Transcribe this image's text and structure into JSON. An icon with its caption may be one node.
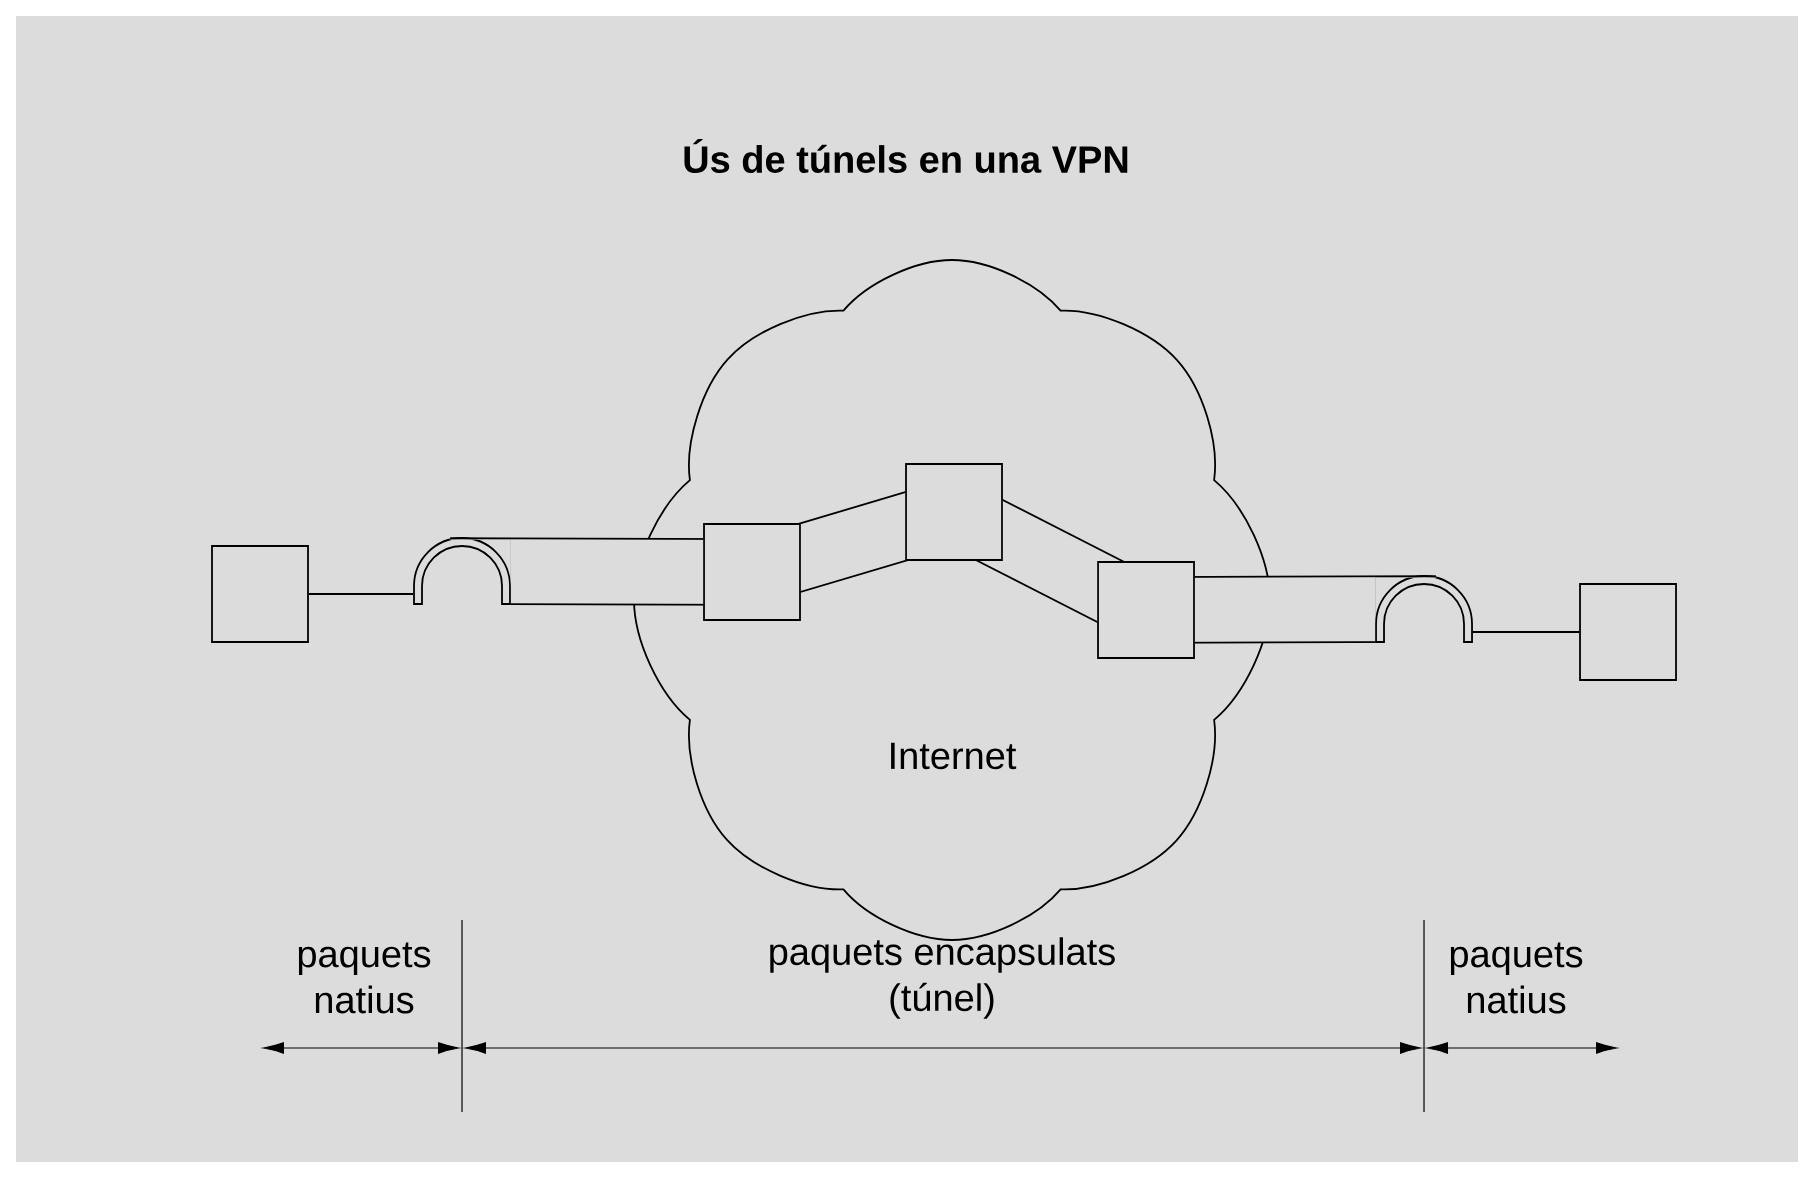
{
  "diagram": {
    "title": "Ús de túnels en una VPN",
    "nodes": [
      {
        "text": [
          "Internet"
        ]
      },
      {
        "text": [],
        "shape": "box"
      },
      {
        "text": [],
        "shape": "arch"
      },
      {
        "text": [],
        "shape": "box",
        "in": 0
      },
      {
        "text": [],
        "shape": "box",
        "in": 0
      },
      {
        "text": [],
        "shape": "box",
        "in": 0
      },
      {
        "text": [],
        "shape": "arch"
      },
      {
        "text": [],
        "shape": "box"
      }
    ],
    "edges": [
      {
        "from": 1,
        "to": 2,
        "arrow": "none"
      },
      {
        "from": 2,
        "to": 3,
        "arrow": "none"
      },
      {
        "from": 3,
        "to": 4,
        "arrow": "none"
      },
      {
        "from": 4,
        "to": 5,
        "arrow": "none"
      },
      {
        "from": 5,
        "to": 6,
        "arrow": "none"
      },
      {
        "from": 6,
        "to": 7,
        "arrow": "none"
      }
    ],
    "labels": [
      "paquets natius",
      "paquets encapsulats (túnel)",
      "paquets natius"
    ]
  }
}
